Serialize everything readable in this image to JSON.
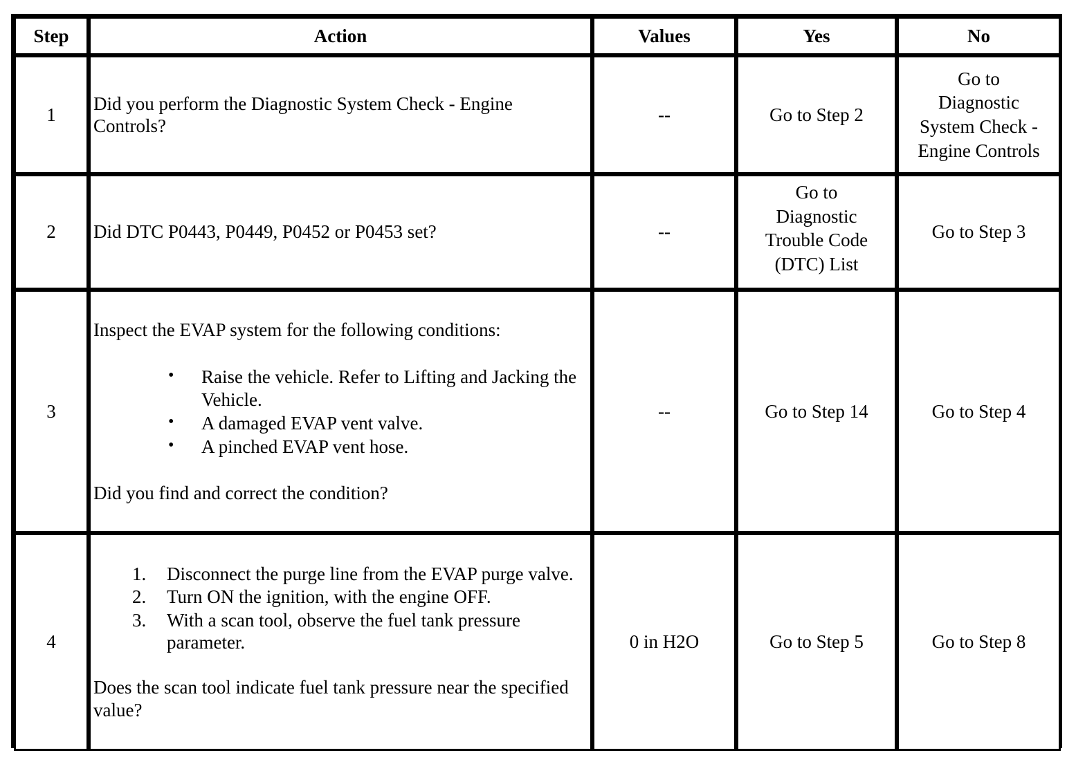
{
  "table": {
    "headers": {
      "step": "Step",
      "action": "Action",
      "values": "Values",
      "yes": "Yes",
      "no": "No"
    },
    "rows": [
      {
        "step": "1",
        "action_intro": "Did you perform the Diagnostic System Check - Engine Controls?",
        "action_list": [],
        "action_outro": "",
        "values": "--",
        "yes": "Go to Step 2",
        "no": "Go to\nDiagnostic\nSystem Check -\nEngine Controls"
      },
      {
        "step": "2",
        "action_intro": "Did DTC P0443, P0449, P0452 or P0453 set?",
        "action_list": [],
        "action_outro": "",
        "values": "--",
        "yes": "Go to\nDiagnostic\nTrouble Code\n(DTC) List",
        "no": "Go to Step 3"
      },
      {
        "step": "3",
        "action_intro": "Inspect the EVAP system for the following conditions:",
        "action_list": [
          "Raise the vehicle. Refer to Lifting and Jacking the Vehicle.",
          "A damaged EVAP vent valve.",
          "A pinched EVAP vent hose."
        ],
        "action_outro": "Did you find and correct the condition?",
        "values": "--",
        "yes": "Go to Step 14",
        "no": "Go to Step 4"
      },
      {
        "step": "4",
        "action_intro": "",
        "action_list": [
          "Disconnect the purge line from the EVAP purge valve.",
          "Turn ON the ignition, with the engine OFF.",
          "With a scan tool, observe the fuel tank pressure parameter."
        ],
        "action_outro": "Does the scan tool indicate fuel tank pressure near the specified value?",
        "values": "0 in H2O",
        "yes": "Go to Step 5",
        "no": "Go to Step 8"
      }
    ]
  },
  "colors": {
    "border": "#000000",
    "text": "#000000",
    "background": "#ffffff"
  }
}
